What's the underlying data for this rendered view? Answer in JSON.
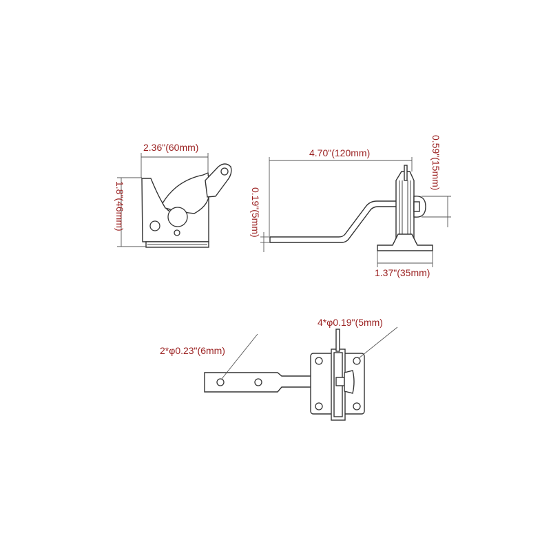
{
  "drawing": {
    "colors": {
      "dimension_text": "#9a1f1f",
      "outline": "#333333",
      "background": "#ffffff"
    },
    "dimensions": {
      "latch_width": "2.36\"(60mm)",
      "latch_height": "1.8\"(46mm)",
      "bolt_length": "4.70\"(120mm)",
      "bolt_thickness": "0.19\"(5mm)",
      "knob_height": "0.59\"(15mm)",
      "base_width": "1.37\"(35mm)",
      "bar_holes": "2*φ0.23\"(6mm)",
      "plate_holes": "4*φ0.19\"(5mm)"
    }
  }
}
